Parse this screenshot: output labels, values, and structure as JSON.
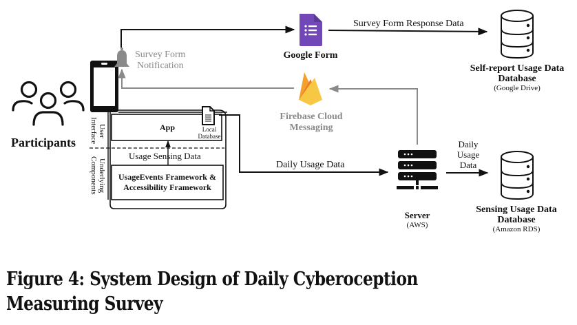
{
  "figure": {
    "caption": "Figure 4: System Design of Daily Cyberoception Measuring Survey"
  },
  "nodes": {
    "participants": {
      "label": "Participants",
      "icon": "people-group-icon"
    },
    "phone": {
      "icon": "smartphone-icon"
    },
    "notification": {
      "label_line1": "Survey Form",
      "label_line2": "Notification",
      "icon": "bell-icon"
    },
    "google_form": {
      "label": "Google Form",
      "icon": "google-forms-icon",
      "color": "#7248b9"
    },
    "firebase": {
      "label_line1": "Firebase Cloud",
      "label_line2": "Messaging",
      "icon": "firebase-flame-icon"
    },
    "self_report_db": {
      "label_line1": "Self-report Usage Data",
      "label_line2": "Database",
      "sublabel": "(Google Drive)",
      "icon": "database-icon"
    },
    "server": {
      "label": "Server",
      "sublabel": "(AWS)",
      "icon": "server-rack-icon"
    },
    "sensing_db": {
      "label_line1": "Sensing Usage Data",
      "label_line2": "Database",
      "sublabel": "(Amazon RDS)",
      "icon": "database-icon"
    },
    "app_box": {
      "section_ui_line1": "User",
      "section_ui_line2": "Interface",
      "section_uc_line1": "Underlying",
      "section_uc_line2": "Components",
      "app_label": "App",
      "local_db_line1": "Local",
      "local_db_line2": "Database",
      "local_db_icon": "document-icon",
      "framework_line1": "UsageEvents Framework &",
      "framework_line2": "Accessibility Framework"
    }
  },
  "edges": {
    "survey_response": "Survey Form Response Data",
    "usage_sensing": "Usage Sensing Data",
    "daily_usage": "Daily Usage Data",
    "server_to_db_line1": "Daily",
    "server_to_db_line2": "Usage",
    "server_to_db_line3": "Data"
  },
  "colors": {
    "ink": "#111111",
    "gray_flow": "#8a8a8a",
    "firebase_orange": "#f4a02c",
    "firebase_yellow": "#f7c844",
    "firebase_deep": "#ef7b24"
  }
}
